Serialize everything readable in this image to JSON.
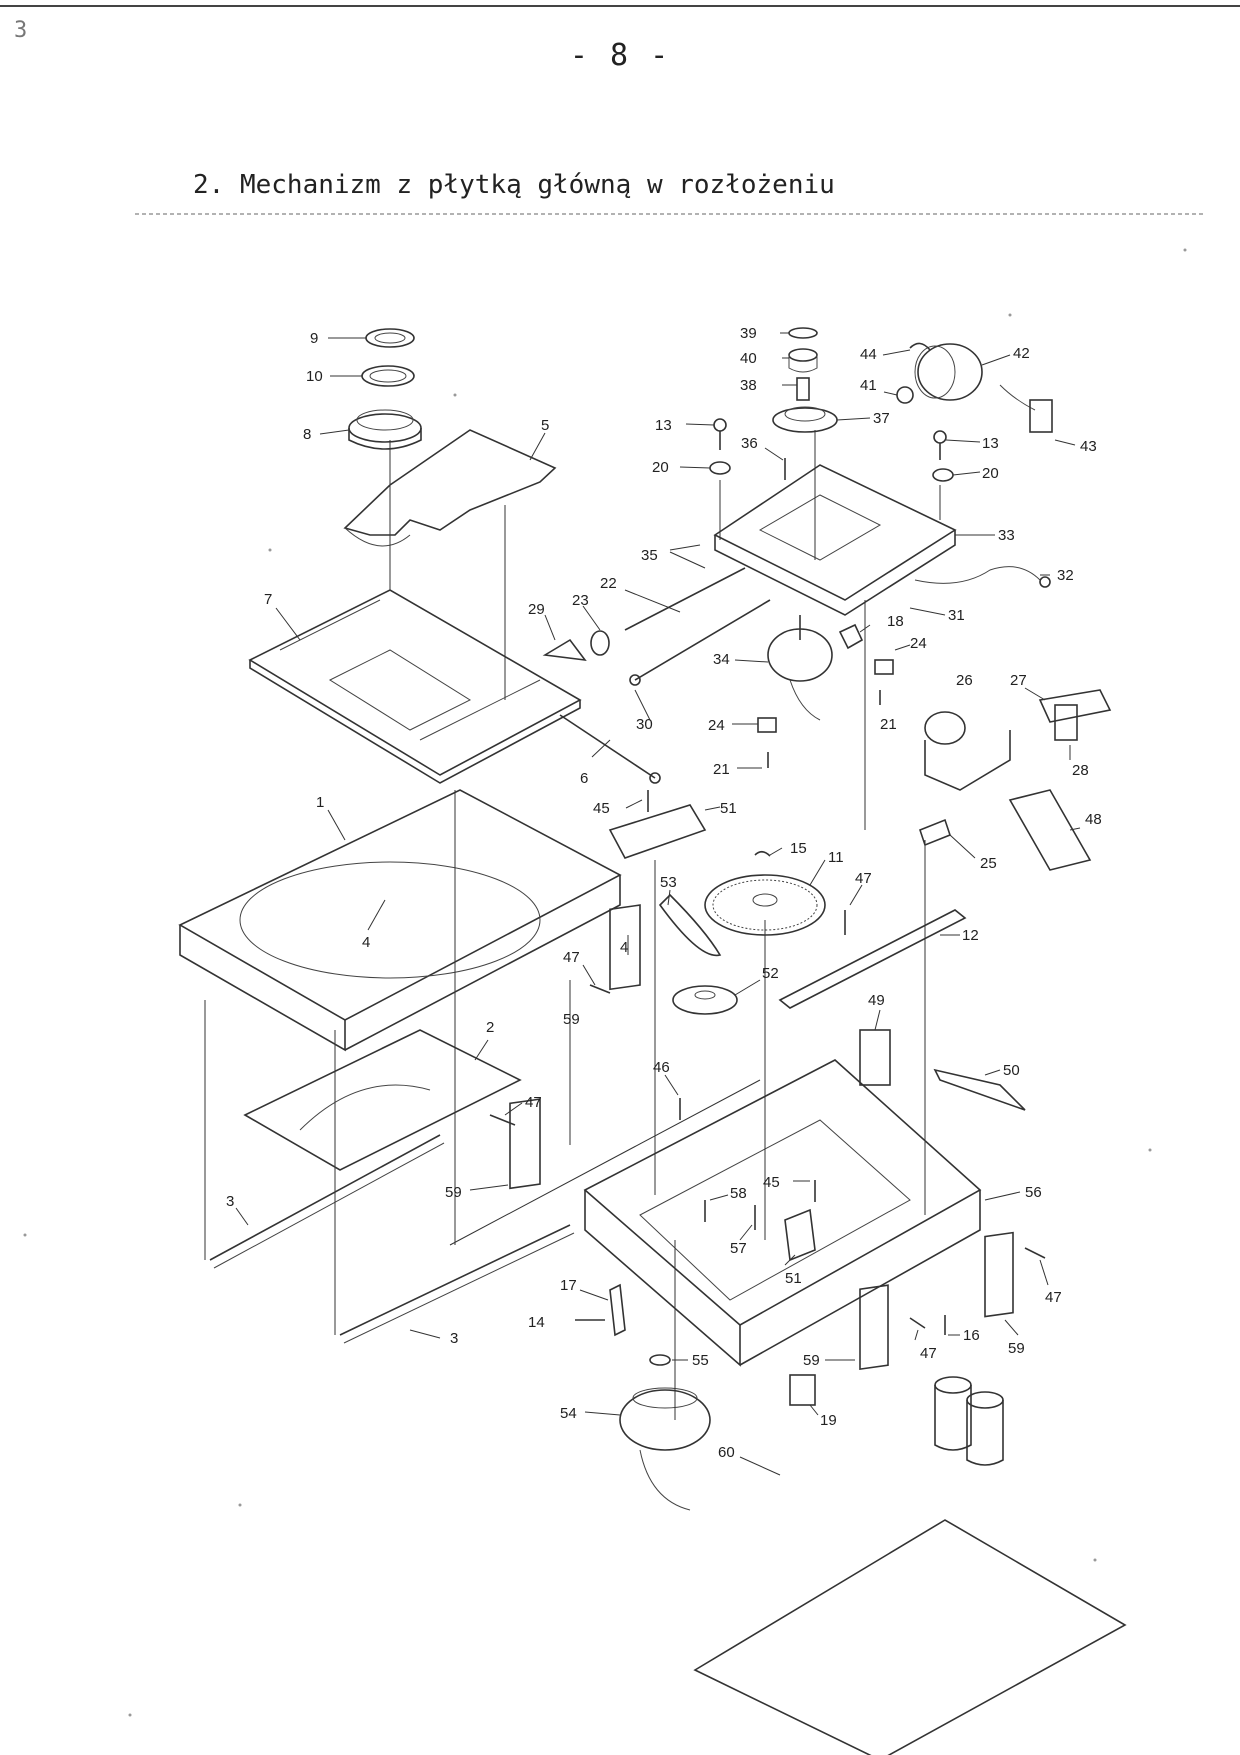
{
  "page": {
    "corner_mark": "3",
    "page_number": "- 8 -",
    "title": "2. Mechanizm z płytką główną w rozłożeniu"
  },
  "diagram": {
    "type": "exploded-view",
    "callouts": [
      {
        "n": "1"
      },
      {
        "n": "2"
      },
      {
        "n": "3"
      },
      {
        "n": "3"
      },
      {
        "n": "4"
      },
      {
        "n": "4"
      },
      {
        "n": "5"
      },
      {
        "n": "6"
      },
      {
        "n": "7"
      },
      {
        "n": "8"
      },
      {
        "n": "9"
      },
      {
        "n": "10"
      },
      {
        "n": "11"
      },
      {
        "n": "12"
      },
      {
        "n": "13"
      },
      {
        "n": "13"
      },
      {
        "n": "14"
      },
      {
        "n": "15"
      },
      {
        "n": "16"
      },
      {
        "n": "17"
      },
      {
        "n": "18"
      },
      {
        "n": "19"
      },
      {
        "n": "20"
      },
      {
        "n": "20"
      },
      {
        "n": "21"
      },
      {
        "n": "21"
      },
      {
        "n": "22"
      },
      {
        "n": "23"
      },
      {
        "n": "24"
      },
      {
        "n": "24"
      },
      {
        "n": "25"
      },
      {
        "n": "26"
      },
      {
        "n": "27"
      },
      {
        "n": "28"
      },
      {
        "n": "29"
      },
      {
        "n": "30"
      },
      {
        "n": "31"
      },
      {
        "n": "32"
      },
      {
        "n": "33"
      },
      {
        "n": "34"
      },
      {
        "n": "35"
      },
      {
        "n": "36"
      },
      {
        "n": "37"
      },
      {
        "n": "38"
      },
      {
        "n": "39"
      },
      {
        "n": "40"
      },
      {
        "n": "41"
      },
      {
        "n": "42"
      },
      {
        "n": "43"
      },
      {
        "n": "44"
      },
      {
        "n": "45"
      },
      {
        "n": "45"
      },
      {
        "n": "46"
      },
      {
        "n": "47"
      },
      {
        "n": "47"
      },
      {
        "n": "47"
      },
      {
        "n": "47"
      },
      {
        "n": "47"
      },
      {
        "n": "48"
      },
      {
        "n": "49"
      },
      {
        "n": "50"
      },
      {
        "n": "51"
      },
      {
        "n": "51"
      },
      {
        "n": "52"
      },
      {
        "n": "53"
      },
      {
        "n": "54"
      },
      {
        "n": "55"
      },
      {
        "n": "56"
      },
      {
        "n": "57"
      },
      {
        "n": "58"
      },
      {
        "n": "59"
      },
      {
        "n": "59"
      },
      {
        "n": "59"
      },
      {
        "n": "59"
      },
      {
        "n": "60"
      }
    ]
  }
}
